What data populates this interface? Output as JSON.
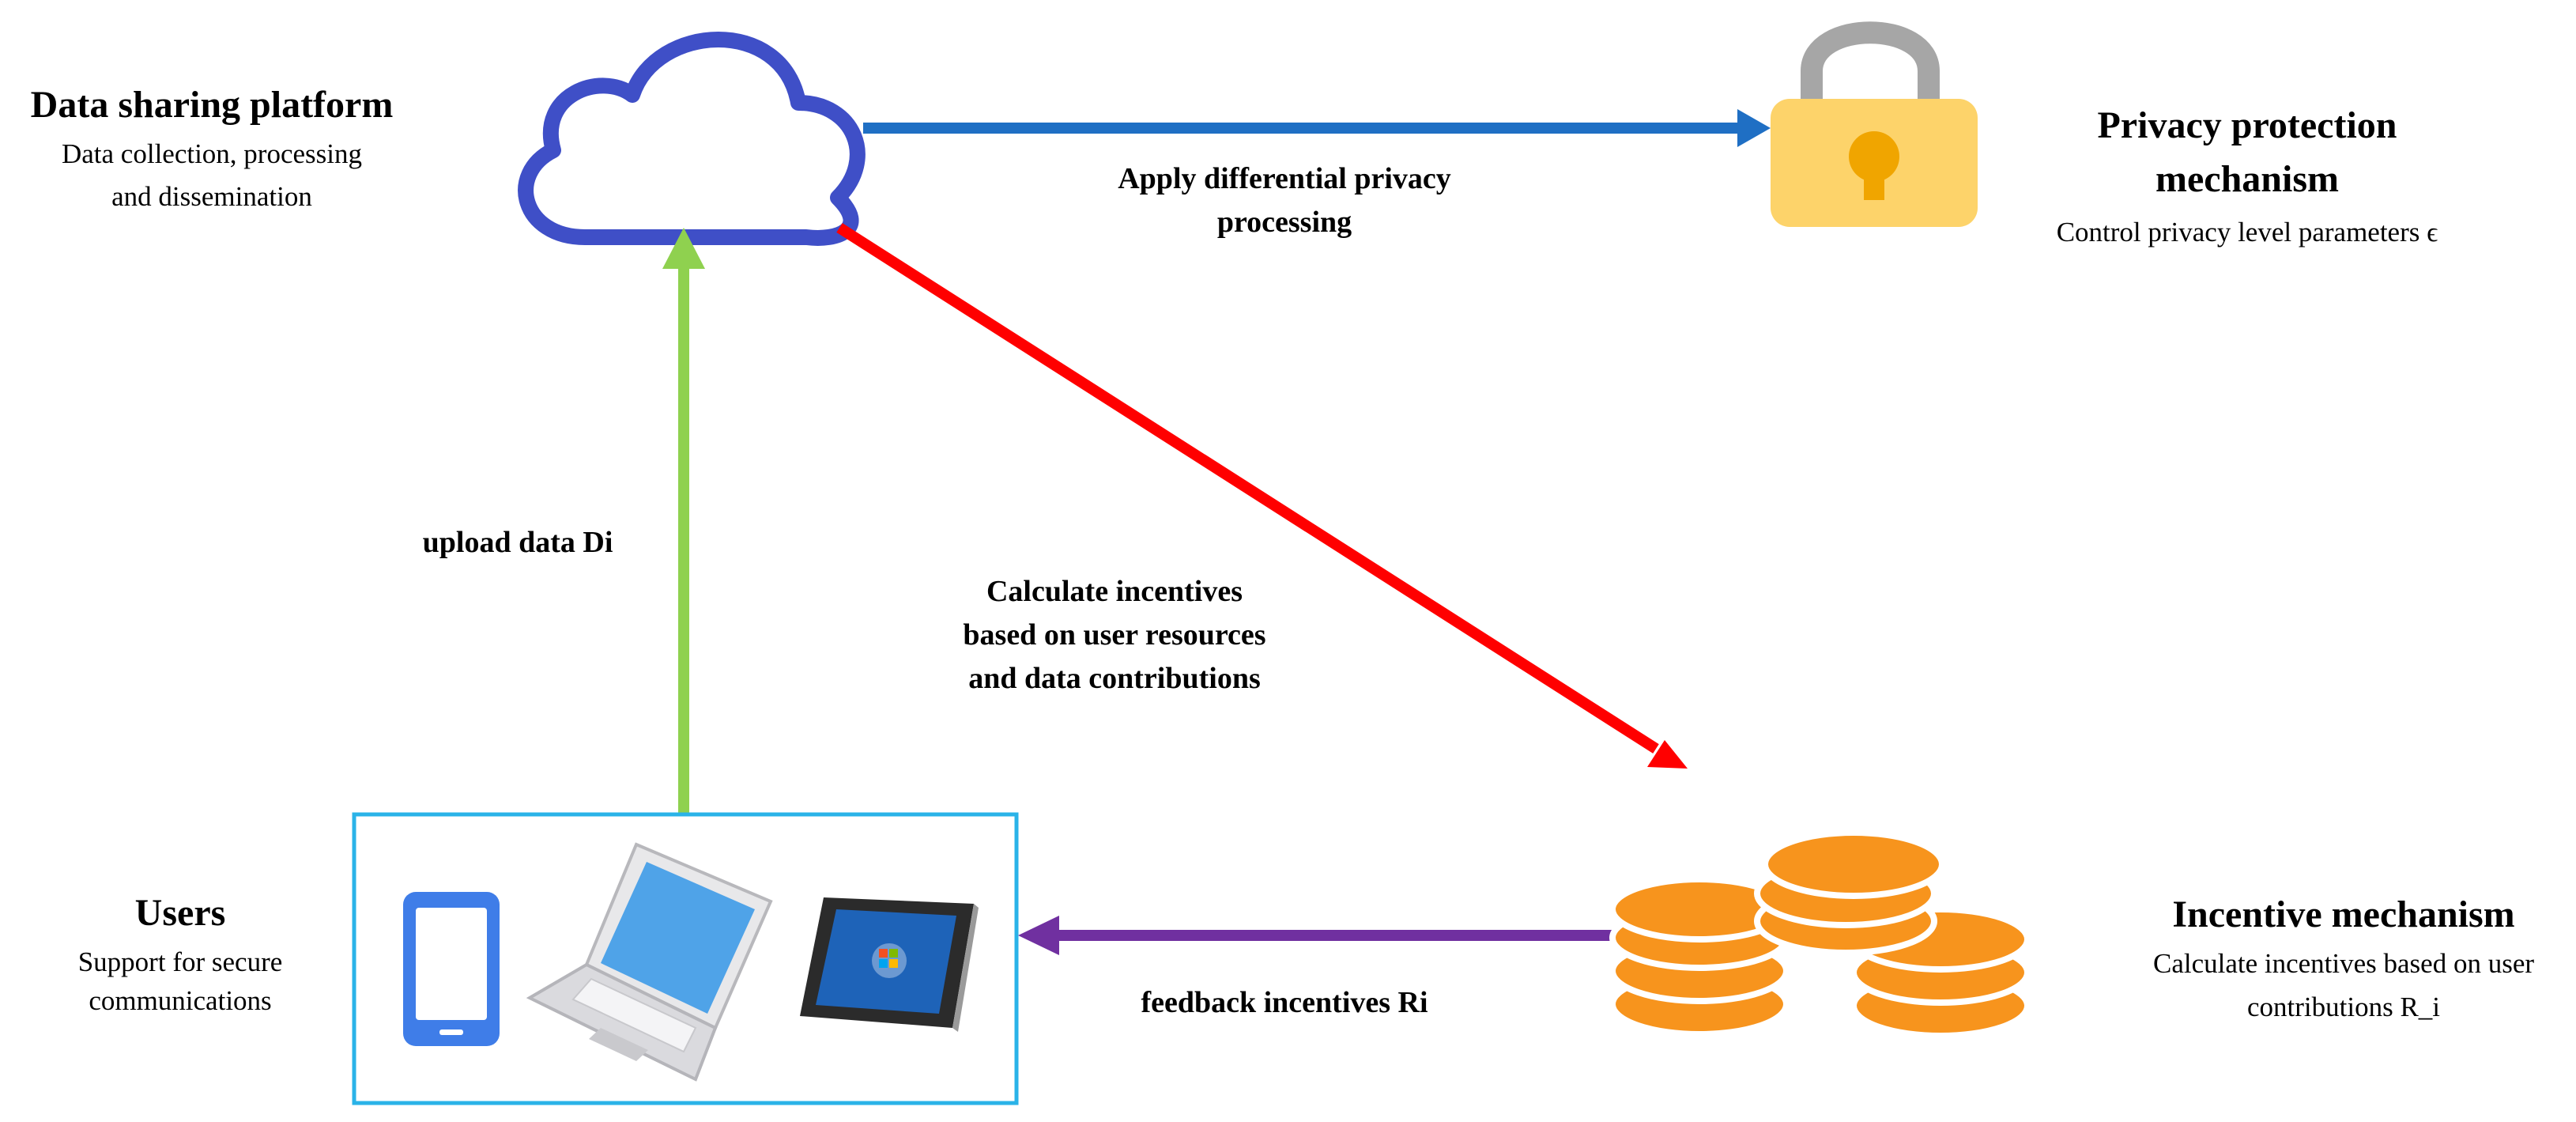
{
  "nodes": {
    "platform": {
      "title": "Data sharing platform",
      "desc_line1": "Data collection, processing",
      "desc_line2": "and dissemination",
      "icon": "cloud-icon"
    },
    "privacy": {
      "title_line1": "Privacy protection",
      "title_line2": "mechanism",
      "desc": "Control privacy  level parameters ϵ",
      "icon": "lock-icon"
    },
    "users": {
      "title": "Users",
      "desc_line1": "Support for secure",
      "desc_line2": "communications",
      "icons": [
        "smartphone-icon",
        "laptop-icon",
        "tablet-icon"
      ]
    },
    "incentive": {
      "title": "Incentive mechanism",
      "desc_line1": "Calculate incentives based on user",
      "desc_line2": "contributions R_i",
      "icon": "coins-icon"
    }
  },
  "edges": {
    "privacy_edge": {
      "line1": "Apply differential privacy",
      "line2": "processing",
      "color": "#1f6fc4"
    },
    "incentive_edge": {
      "line1": "Calculate incentives",
      "line2": "based on user resources",
      "line3": "and data contributions",
      "color": "#ff0000"
    },
    "upload_edge": {
      "label": "upload data Di",
      "color": "#8fd14f"
    },
    "feedback_edge": {
      "label": "feedback  incentives Ri",
      "color": "#7030a0"
    }
  },
  "colors": {
    "cloud_stroke": "#3f4fc7",
    "lock_body": "#fdd36a",
    "lock_shackle": "#a6a6a6",
    "keyhole": "#f0a500",
    "coin": "#f7941d",
    "users_box": "#2ab3e8"
  }
}
